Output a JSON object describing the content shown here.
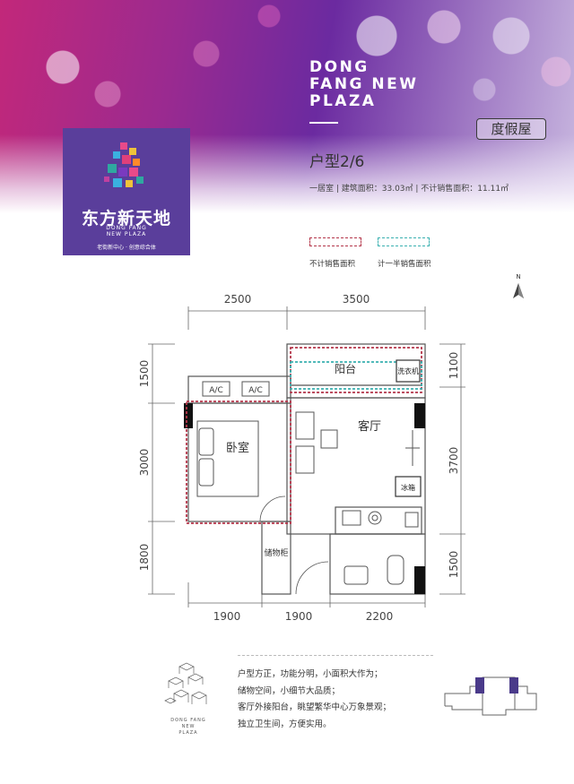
{
  "logo": {
    "title": "东方新天地",
    "subtitle_lines": [
      "DONG FANG",
      "NEW PLAZA"
    ],
    "slogan": "老街新中心 · 创意综合体"
  },
  "brand": {
    "lines": [
      "DONG",
      "FANG NEW",
      "PLAZA"
    ]
  },
  "tag": "度假屋",
  "unit_type": "户型2/6",
  "unit_info": "一居室 | 建筑面积：33.03㎡ | 不计销售面积：11.11㎡",
  "legend": {
    "red_label": "不计销售面积",
    "teal_label": "计一半销售面积",
    "red_color": "#b4364a",
    "teal_color": "#3ab0b0"
  },
  "north_label": "N",
  "plan": {
    "dims_top": [
      "2500",
      "3500"
    ],
    "dims_bottom": [
      "1900",
      "1900",
      "2200"
    ],
    "dims_left": [
      "1500",
      "3000",
      "1800"
    ],
    "dims_right": [
      "1100",
      "3700",
      "1500"
    ],
    "rooms": {
      "balcony": "阳台",
      "washer": "洗衣机",
      "living": "客厅",
      "bedroom": "卧室",
      "fridge": "冰箱",
      "storage": "储物柜",
      "ac1": "A/C",
      "ac2": "A/C"
    }
  },
  "description": [
    "户型方正，功能分明，小面积大作为；",
    "储物空间，小细节大品质；",
    "客厅外接阳台，眺望繁华中心万象景观；",
    "独立卫生间，方便实用。"
  ],
  "bottom_logo": {
    "lines": [
      "DONG FANG",
      "NEW",
      "PLAZA"
    ]
  }
}
